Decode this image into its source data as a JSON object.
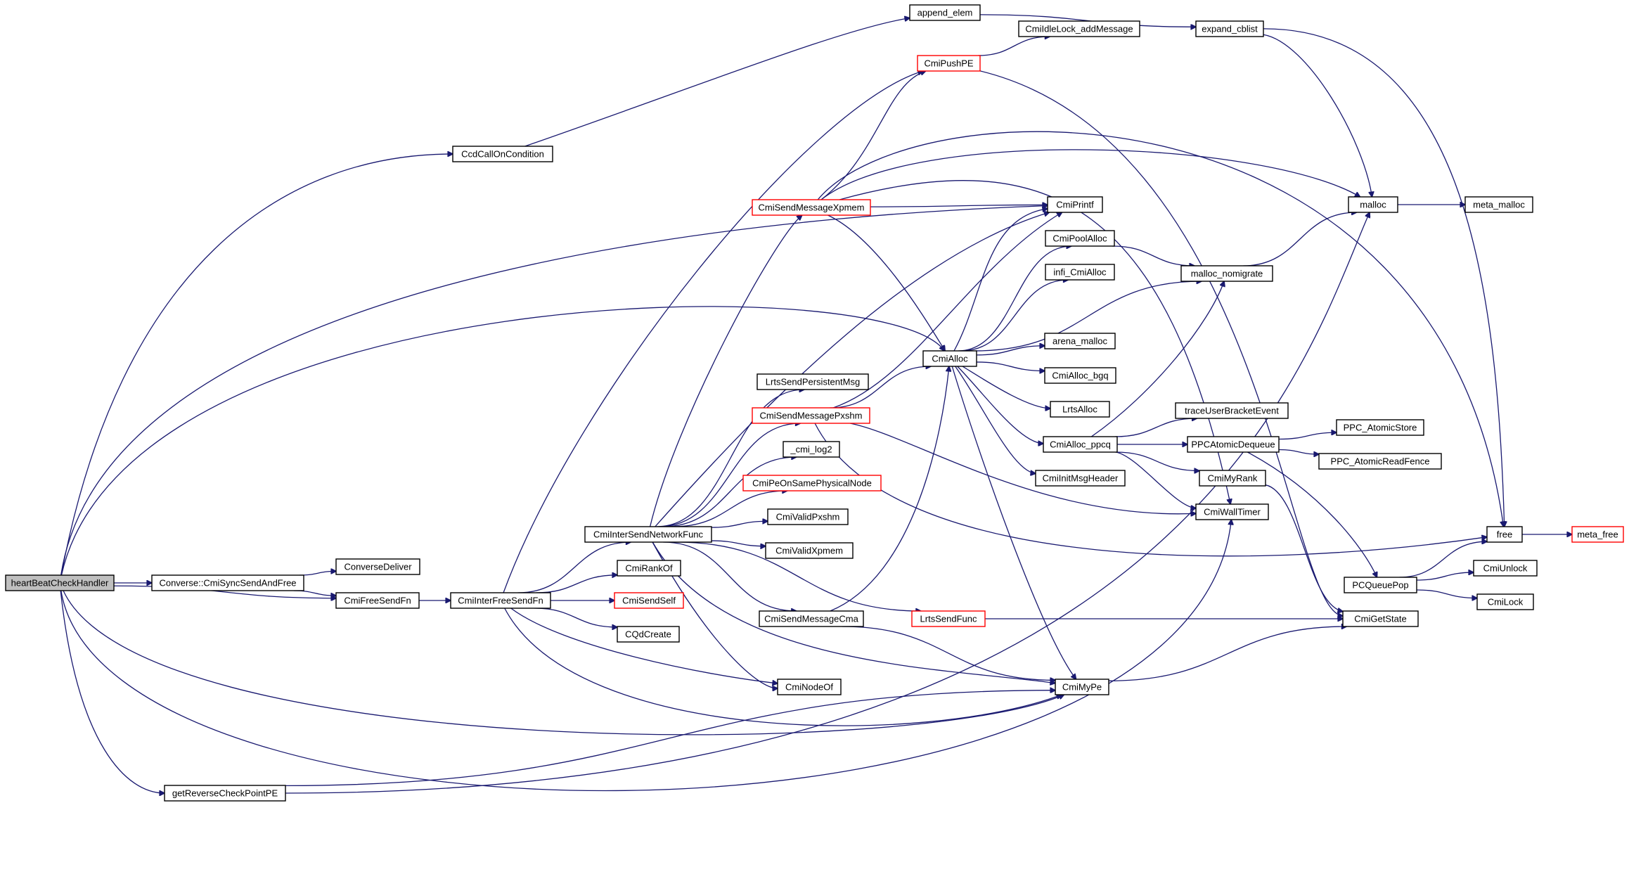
{
  "colors": {
    "edge": "#191970",
    "border": "#000000",
    "truncated_border": "#ff0000",
    "root_fill": "#bfbfbf",
    "node_fill": "#ffffff"
  },
  "nodes": [
    {
      "id": "heartBeatCheckHandler",
      "label": "heartBeatCheckHandler",
      "root": true
    },
    {
      "id": "append_elem",
      "label": "append_elem"
    },
    {
      "id": "expand_cblist",
      "label": "expand_cblist"
    },
    {
      "id": "CmiIdleLock_addMessage",
      "label": "CmiIdleLock_addMessage"
    },
    {
      "id": "CmiPushPE",
      "label": "CmiPushPE",
      "truncated": true
    },
    {
      "id": "CcdCallOnCondition",
      "label": "CcdCallOnCondition"
    },
    {
      "id": "CmiSendMessageXpmem",
      "label": "CmiSendMessageXpmem",
      "truncated": true
    },
    {
      "id": "CmiPrintf",
      "label": "CmiPrintf"
    },
    {
      "id": "malloc",
      "label": "malloc"
    },
    {
      "id": "meta_malloc",
      "label": "meta_malloc"
    },
    {
      "id": "CmiPoolAlloc",
      "label": "CmiPoolAlloc"
    },
    {
      "id": "infi_CmiAlloc",
      "label": "infi_CmiAlloc"
    },
    {
      "id": "malloc_nomigrate",
      "label": "malloc_nomigrate"
    },
    {
      "id": "arena_malloc",
      "label": "arena_malloc"
    },
    {
      "id": "CmiAlloc",
      "label": "CmiAlloc"
    },
    {
      "id": "CmiAlloc_bgq",
      "label": "CmiAlloc_bgq"
    },
    {
      "id": "LrtsSendPersistentMsg",
      "label": "LrtsSendPersistentMsg"
    },
    {
      "id": "LrtsAlloc",
      "label": "LrtsAlloc"
    },
    {
      "id": "traceUserBracketEvent",
      "label": "traceUserBracketEvent"
    },
    {
      "id": "CmiSendMessagePxshm",
      "label": "CmiSendMessagePxshm",
      "truncated": true
    },
    {
      "id": "PPC_AtomicStore",
      "label": "PPC_AtomicStore"
    },
    {
      "id": "CmiAlloc_ppcq",
      "label": "CmiAlloc_ppcq"
    },
    {
      "id": "PPCAtomicDequeue",
      "label": "PPCAtomicDequeue"
    },
    {
      "id": "_cmi_log2",
      "label": "_cmi_log2"
    },
    {
      "id": "PPC_AtomicReadFence",
      "label": "PPC_AtomicReadFence"
    },
    {
      "id": "CmiInitMsgHeader",
      "label": "CmiInitMsgHeader"
    },
    {
      "id": "CmiMyRank",
      "label": "CmiMyRank"
    },
    {
      "id": "CmiPeOnSamePhysicalNode",
      "label": "CmiPeOnSamePhysicalNode",
      "truncated": true
    },
    {
      "id": "CmiWallTimer",
      "label": "CmiWallTimer"
    },
    {
      "id": "CmiValidPxshm",
      "label": "CmiValidPxshm"
    },
    {
      "id": "CmiInterSendNetworkFunc",
      "label": "CmiInterSendNetworkFunc"
    },
    {
      "id": "free",
      "label": "free"
    },
    {
      "id": "meta_free",
      "label": "meta_free",
      "truncated": true
    },
    {
      "id": "CmiValidXpmem",
      "label": "CmiValidXpmem"
    },
    {
      "id": "ConverseDeliver",
      "label": "ConverseDeliver"
    },
    {
      "id": "CmiRankOf",
      "label": "CmiRankOf"
    },
    {
      "id": "CmiUnlock",
      "label": "CmiUnlock"
    },
    {
      "id": "Converse_CmiSyncSendAndFree",
      "label": "Converse::CmiSyncSendAndFree"
    },
    {
      "id": "PCQueuePop",
      "label": "PCQueuePop"
    },
    {
      "id": "CmiFreeSendFn",
      "label": "CmiFreeSendFn"
    },
    {
      "id": "CmiInterFreeSendFn",
      "label": "CmiInterFreeSendFn"
    },
    {
      "id": "CmiSendSelf",
      "label": "CmiSendSelf",
      "truncated": true
    },
    {
      "id": "CmiLock",
      "label": "CmiLock"
    },
    {
      "id": "CmiSendMessageCma",
      "label": "CmiSendMessageCma"
    },
    {
      "id": "LrtsSendFunc",
      "label": "LrtsSendFunc",
      "truncated": true
    },
    {
      "id": "CmiGetState",
      "label": "CmiGetState"
    },
    {
      "id": "CQdCreate",
      "label": "CQdCreate"
    },
    {
      "id": "CmiNodeOf",
      "label": "CmiNodeOf"
    },
    {
      "id": "CmiMyPe",
      "label": "CmiMyPe"
    },
    {
      "id": "getReverseCheckPointPE",
      "label": "getReverseCheckPointPE"
    }
  ],
  "edges": [
    [
      "heartBeatCheckHandler",
      "CcdCallOnCondition"
    ],
    [
      "heartBeatCheckHandler",
      "CmiPrintf"
    ],
    [
      "heartBeatCheckHandler",
      "CmiAlloc"
    ],
    [
      "heartBeatCheckHandler",
      "Converse_CmiSyncSendAndFree"
    ],
    [
      "heartBeatCheckHandler",
      "CmiFreeSendFn"
    ],
    [
      "heartBeatCheckHandler",
      "CmiMyPe"
    ],
    [
      "heartBeatCheckHandler",
      "getReverseCheckPointPE"
    ],
    [
      "heartBeatCheckHandler",
      "CmiWallTimer"
    ],
    [
      "CcdCallOnCondition",
      "append_elem"
    ],
    [
      "append_elem",
      "expand_cblist"
    ],
    [
      "expand_cblist",
      "malloc"
    ],
    [
      "expand_cblist",
      "free"
    ],
    [
      "CmiPushPE",
      "CmiIdleLock_addMessage"
    ],
    [
      "CmiPushPE",
      "CmiGetState"
    ],
    [
      "Converse_CmiSyncSendAndFree",
      "ConverseDeliver"
    ],
    [
      "Converse_CmiSyncSendAndFree",
      "CmiFreeSendFn"
    ],
    [
      "CmiFreeSendFn",
      "CmiInterFreeSendFn"
    ],
    [
      "CmiInterFreeSendFn",
      "CmiPushPE"
    ],
    [
      "CmiInterFreeSendFn",
      "CmiInterSendNetworkFunc"
    ],
    [
      "CmiInterFreeSendFn",
      "CmiRankOf"
    ],
    [
      "CmiInterFreeSendFn",
      "CmiSendSelf"
    ],
    [
      "CmiInterFreeSendFn",
      "CQdCreate"
    ],
    [
      "CmiInterFreeSendFn",
      "CmiNodeOf"
    ],
    [
      "CmiInterFreeSendFn",
      "CmiMyPe"
    ],
    [
      "CmiInterSendNetworkFunc",
      "CmiSendMessageXpmem"
    ],
    [
      "CmiInterSendNetworkFunc",
      "CmiPrintf"
    ],
    [
      "CmiInterSendNetworkFunc",
      "LrtsSendPersistentMsg"
    ],
    [
      "CmiInterSendNetworkFunc",
      "CmiSendMessagePxshm"
    ],
    [
      "CmiInterSendNetworkFunc",
      "_cmi_log2"
    ],
    [
      "CmiInterSendNetworkFunc",
      "CmiPeOnSamePhysicalNode"
    ],
    [
      "CmiInterSendNetworkFunc",
      "CmiValidPxshm"
    ],
    [
      "CmiInterSendNetworkFunc",
      "CmiValidXpmem"
    ],
    [
      "CmiInterSendNetworkFunc",
      "CmiSendMessageCma"
    ],
    [
      "CmiInterSendNetworkFunc",
      "LrtsSendFunc"
    ],
    [
      "CmiInterSendNetworkFunc",
      "CmiNodeOf"
    ],
    [
      "CmiInterSendNetworkFunc",
      "CmiMyPe"
    ],
    [
      "CmiSendMessageXpmem",
      "CmiPushPE"
    ],
    [
      "CmiSendMessageXpmem",
      "CmiPrintf"
    ],
    [
      "CmiSendMessageXpmem",
      "malloc"
    ],
    [
      "CmiSendMessageXpmem",
      "CmiAlloc"
    ],
    [
      "CmiSendMessageXpmem",
      "CmiWallTimer"
    ],
    [
      "CmiSendMessageXpmem",
      "free"
    ],
    [
      "CmiSendMessagePxshm",
      "CmiAlloc"
    ],
    [
      "CmiSendMessagePxshm",
      "CmiPrintf"
    ],
    [
      "CmiSendMessagePxshm",
      "CmiWallTimer"
    ],
    [
      "CmiSendMessagePxshm",
      "free"
    ],
    [
      "CmiSendMessageCma",
      "CmiAlloc"
    ],
    [
      "CmiSendMessageCma",
      "CmiMyPe"
    ],
    [
      "LrtsSendFunc",
      "CmiGetState"
    ],
    [
      "CmiAlloc",
      "CmiPrintf"
    ],
    [
      "CmiAlloc",
      "CmiPoolAlloc"
    ],
    [
      "CmiAlloc",
      "infi_CmiAlloc"
    ],
    [
      "CmiAlloc",
      "malloc_nomigrate"
    ],
    [
      "CmiAlloc",
      "arena_malloc"
    ],
    [
      "CmiAlloc",
      "CmiAlloc_bgq"
    ],
    [
      "CmiAlloc",
      "LrtsAlloc"
    ],
    [
      "CmiAlloc",
      "CmiAlloc_ppcq"
    ],
    [
      "CmiAlloc",
      "CmiInitMsgHeader"
    ],
    [
      "CmiAlloc",
      "CmiMyPe"
    ],
    [
      "CmiPoolAlloc",
      "malloc_nomigrate"
    ],
    [
      "malloc_nomigrate",
      "malloc"
    ],
    [
      "malloc",
      "meta_malloc"
    ],
    [
      "CmiAlloc_ppcq",
      "malloc_nomigrate"
    ],
    [
      "CmiAlloc_ppcq",
      "traceUserBracketEvent"
    ],
    [
      "CmiAlloc_ppcq",
      "PPCAtomicDequeue"
    ],
    [
      "CmiAlloc_ppcq",
      "CmiMyRank"
    ],
    [
      "CmiAlloc_ppcq",
      "CmiWallTimer"
    ],
    [
      "PPCAtomicDequeue",
      "PPC_AtomicStore"
    ],
    [
      "PPCAtomicDequeue",
      "PPC_AtomicReadFence"
    ],
    [
      "PPCAtomicDequeue",
      "PCQueuePop"
    ],
    [
      "CmiMyRank",
      "CmiGetState"
    ],
    [
      "PCQueuePop",
      "free"
    ],
    [
      "PCQueuePop",
      "CmiUnlock"
    ],
    [
      "PCQueuePop",
      "CmiLock"
    ],
    [
      "free",
      "meta_free"
    ],
    [
      "CmiMyPe",
      "CmiGetState"
    ],
    [
      "getReverseCheckPointPE",
      "CmiMyPe"
    ],
    [
      "getReverseCheckPointPE",
      "malloc"
    ]
  ]
}
